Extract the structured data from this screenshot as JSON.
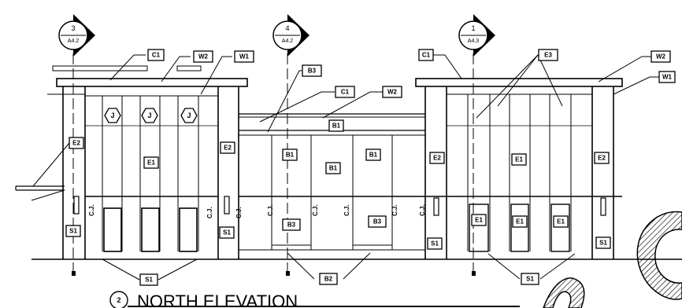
{
  "drawing": {
    "title": "NORTH ELEVATION",
    "title_number": "2",
    "section_refs": [
      {
        "number": "3",
        "sheet": "A4.2"
      },
      {
        "number": "4",
        "sheet": "A4.2"
      },
      {
        "number": "1",
        "sheet": "A4.3"
      }
    ],
    "material_tags": {
      "c1": "C1",
      "w2": "W2",
      "w1": "W1",
      "b3": "B3",
      "e3": "E3",
      "e1": "E1",
      "e2": "E2",
      "b1": "B1",
      "s1": "S1",
      "b2": "B2"
    },
    "hex_tag": "J",
    "control_joint_label": "C.J."
  }
}
